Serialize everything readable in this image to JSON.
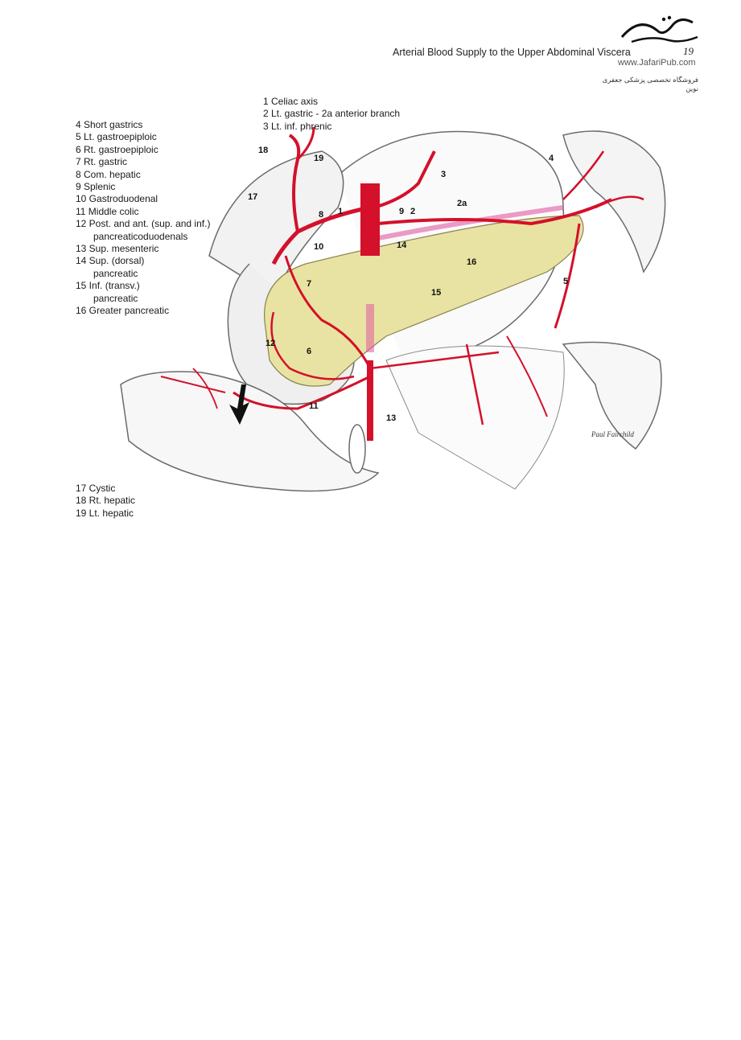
{
  "header": {
    "title": "Arterial Blood Supply to the Upper Abdominal Viscera",
    "page_number": "19",
    "publisher_url": "www.JafariPub.com",
    "publisher_name": "فروشگاه تخصصی پزشکی جعفری نوین"
  },
  "legend_top": [
    "1 Celiac axis",
    "2 Lt. gastric - 2a anterior branch",
    "3 Lt. inf. phrenic"
  ],
  "legend_left": [
    {
      "first": "4 Short gastrics"
    },
    {
      "first": "5 Lt. gastroepiploic"
    },
    {
      "first": "6 Rt. gastroepiploic"
    },
    {
      "first": "7 Rt. gastric"
    },
    {
      "first": "8 Com. hepatic"
    },
    {
      "first": "9 Splenic"
    },
    {
      "first": "10 Gastroduodenal"
    },
    {
      "first": "11 Middle colic"
    },
    {
      "first": "12 Post. and ant. (sup. and inf.)",
      "second": "pancreaticoduodenals"
    },
    {
      "first": "13 Sup. mesenteric"
    },
    {
      "first": "14 Sup. (dorsal)",
      "second": "pancreatic"
    },
    {
      "first": "15 Inf. (transv.)",
      "second": "pancreatic"
    },
    {
      "first": "16 Greater pancreatic"
    }
  ],
  "legend_bottom": [
    "17 Cystic",
    "18 Rt. hepatic",
    "19 Lt. hepatic"
  ],
  "figure_labels": {
    "l1": "1",
    "l2": "2",
    "l2a": "2a",
    "l3": "3",
    "l4": "4",
    "l5": "5",
    "l6": "6",
    "l7": "7",
    "l8": "8",
    "l9": "9",
    "l10": "10",
    "l11": "11",
    "l12": "12",
    "l13": "13",
    "l14": "14",
    "l15": "15",
    "l16": "16",
    "l17": "17",
    "l18": "18",
    "l19": "19"
  },
  "artist_signature": "Paul Fairchild",
  "colors": {
    "artery": "#d4102a",
    "pancreas": "#e8e3a2",
    "vein_pink": "#e05aa0",
    "organ_line": "#6b6b6b"
  }
}
